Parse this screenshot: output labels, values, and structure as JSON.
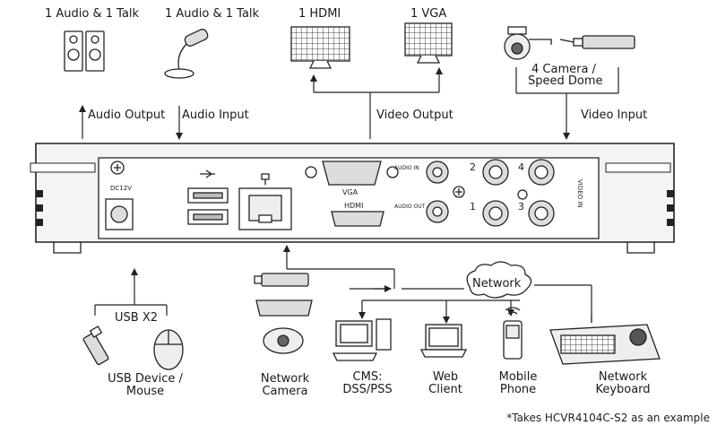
{
  "labels": {
    "audio_talk_1": "1 Audio  & 1 Talk",
    "audio_talk_2": "1 Audio & 1 Talk",
    "hdmi": "1 HDMI",
    "vga": "1 VGA",
    "camera": "4  Camera /",
    "speed_dome": "Speed Dome",
    "audio_output": "Audio  Output",
    "audio_input": "Audio  Input",
    "video_output": "Video Output",
    "video_input": "Video Input",
    "usb_x2": "USB X2",
    "usb_device": "USB Device /",
    "mouse": "Mouse",
    "network": "Network",
    "network_camera_1": "Network",
    "network_camera_2": "Camera",
    "cms": "CMS:",
    "dss_pss": "DSS/PSS",
    "web": "Web",
    "client": "Client",
    "mobile": "Mobile",
    "phone": "Phone",
    "network_keyboard_1": "Network",
    "network_keyboard_2": "Keyboard"
  },
  "panel_marks": {
    "dc12v": "DC12V",
    "vga_port": "VGA",
    "hdmi_port": "HDMI",
    "audio_in": "AUDIO IN",
    "audio_out": "AUDIO OUT",
    "video_in": "VIDEO IN",
    "ch1": "1",
    "ch2": "2",
    "ch3": "3",
    "ch4": "4"
  },
  "footnote": "*Takes HCVR4104C-S2 as an example"
}
